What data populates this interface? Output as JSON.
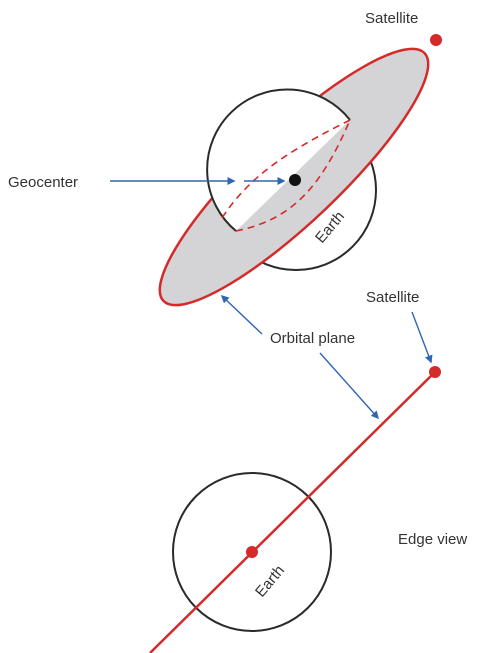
{
  "labels": {
    "satellite_top": "Satellite",
    "geocenter": "Geocenter",
    "earth_top": "Earth",
    "satellite_bottom": "Satellite",
    "orbital_plane": "Orbital plane",
    "edge_view": "Edge view",
    "earth_bottom": "Earth"
  },
  "colors": {
    "orbit": "#d42a2a",
    "plane_fill": "#d4d4d6",
    "earth_outline": "#2a2a2a",
    "arrow": "#2f66b3",
    "geocenter": "#111111",
    "text": "#333333"
  }
}
